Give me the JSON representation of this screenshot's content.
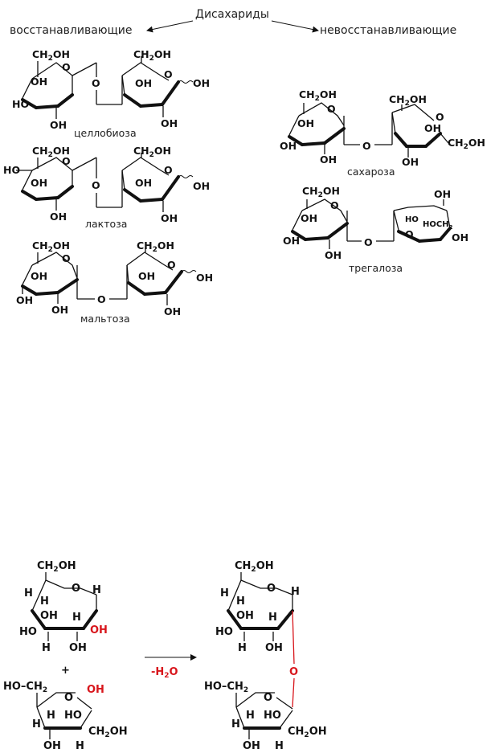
{
  "title": "Дисахариды",
  "branch_left": "восстанавливающие",
  "branch_right": "невосстанавливающие",
  "names": {
    "cellobiose": "целлобиоза",
    "lactose": "лактоза",
    "maltose": "мальтоза",
    "sucrose": "сахароза",
    "trehalose": "трегалоза"
  },
  "groups": {
    "ch2oh_a": "CH",
    "ch2oh_sub": "2",
    "ch2oh_b": "OH",
    "oh": "OH",
    "ho": "HO",
    "o": "O",
    "h": "H",
    "hoch2": "HOCH",
    "ho_ch2": "HO–CH"
  },
  "reaction": {
    "plus": "+",
    "minus": "-H",
    "water_sub": "2",
    "water_o": "O"
  },
  "colors": {
    "highlight": "#d8161c",
    "ink": "#111111"
  }
}
